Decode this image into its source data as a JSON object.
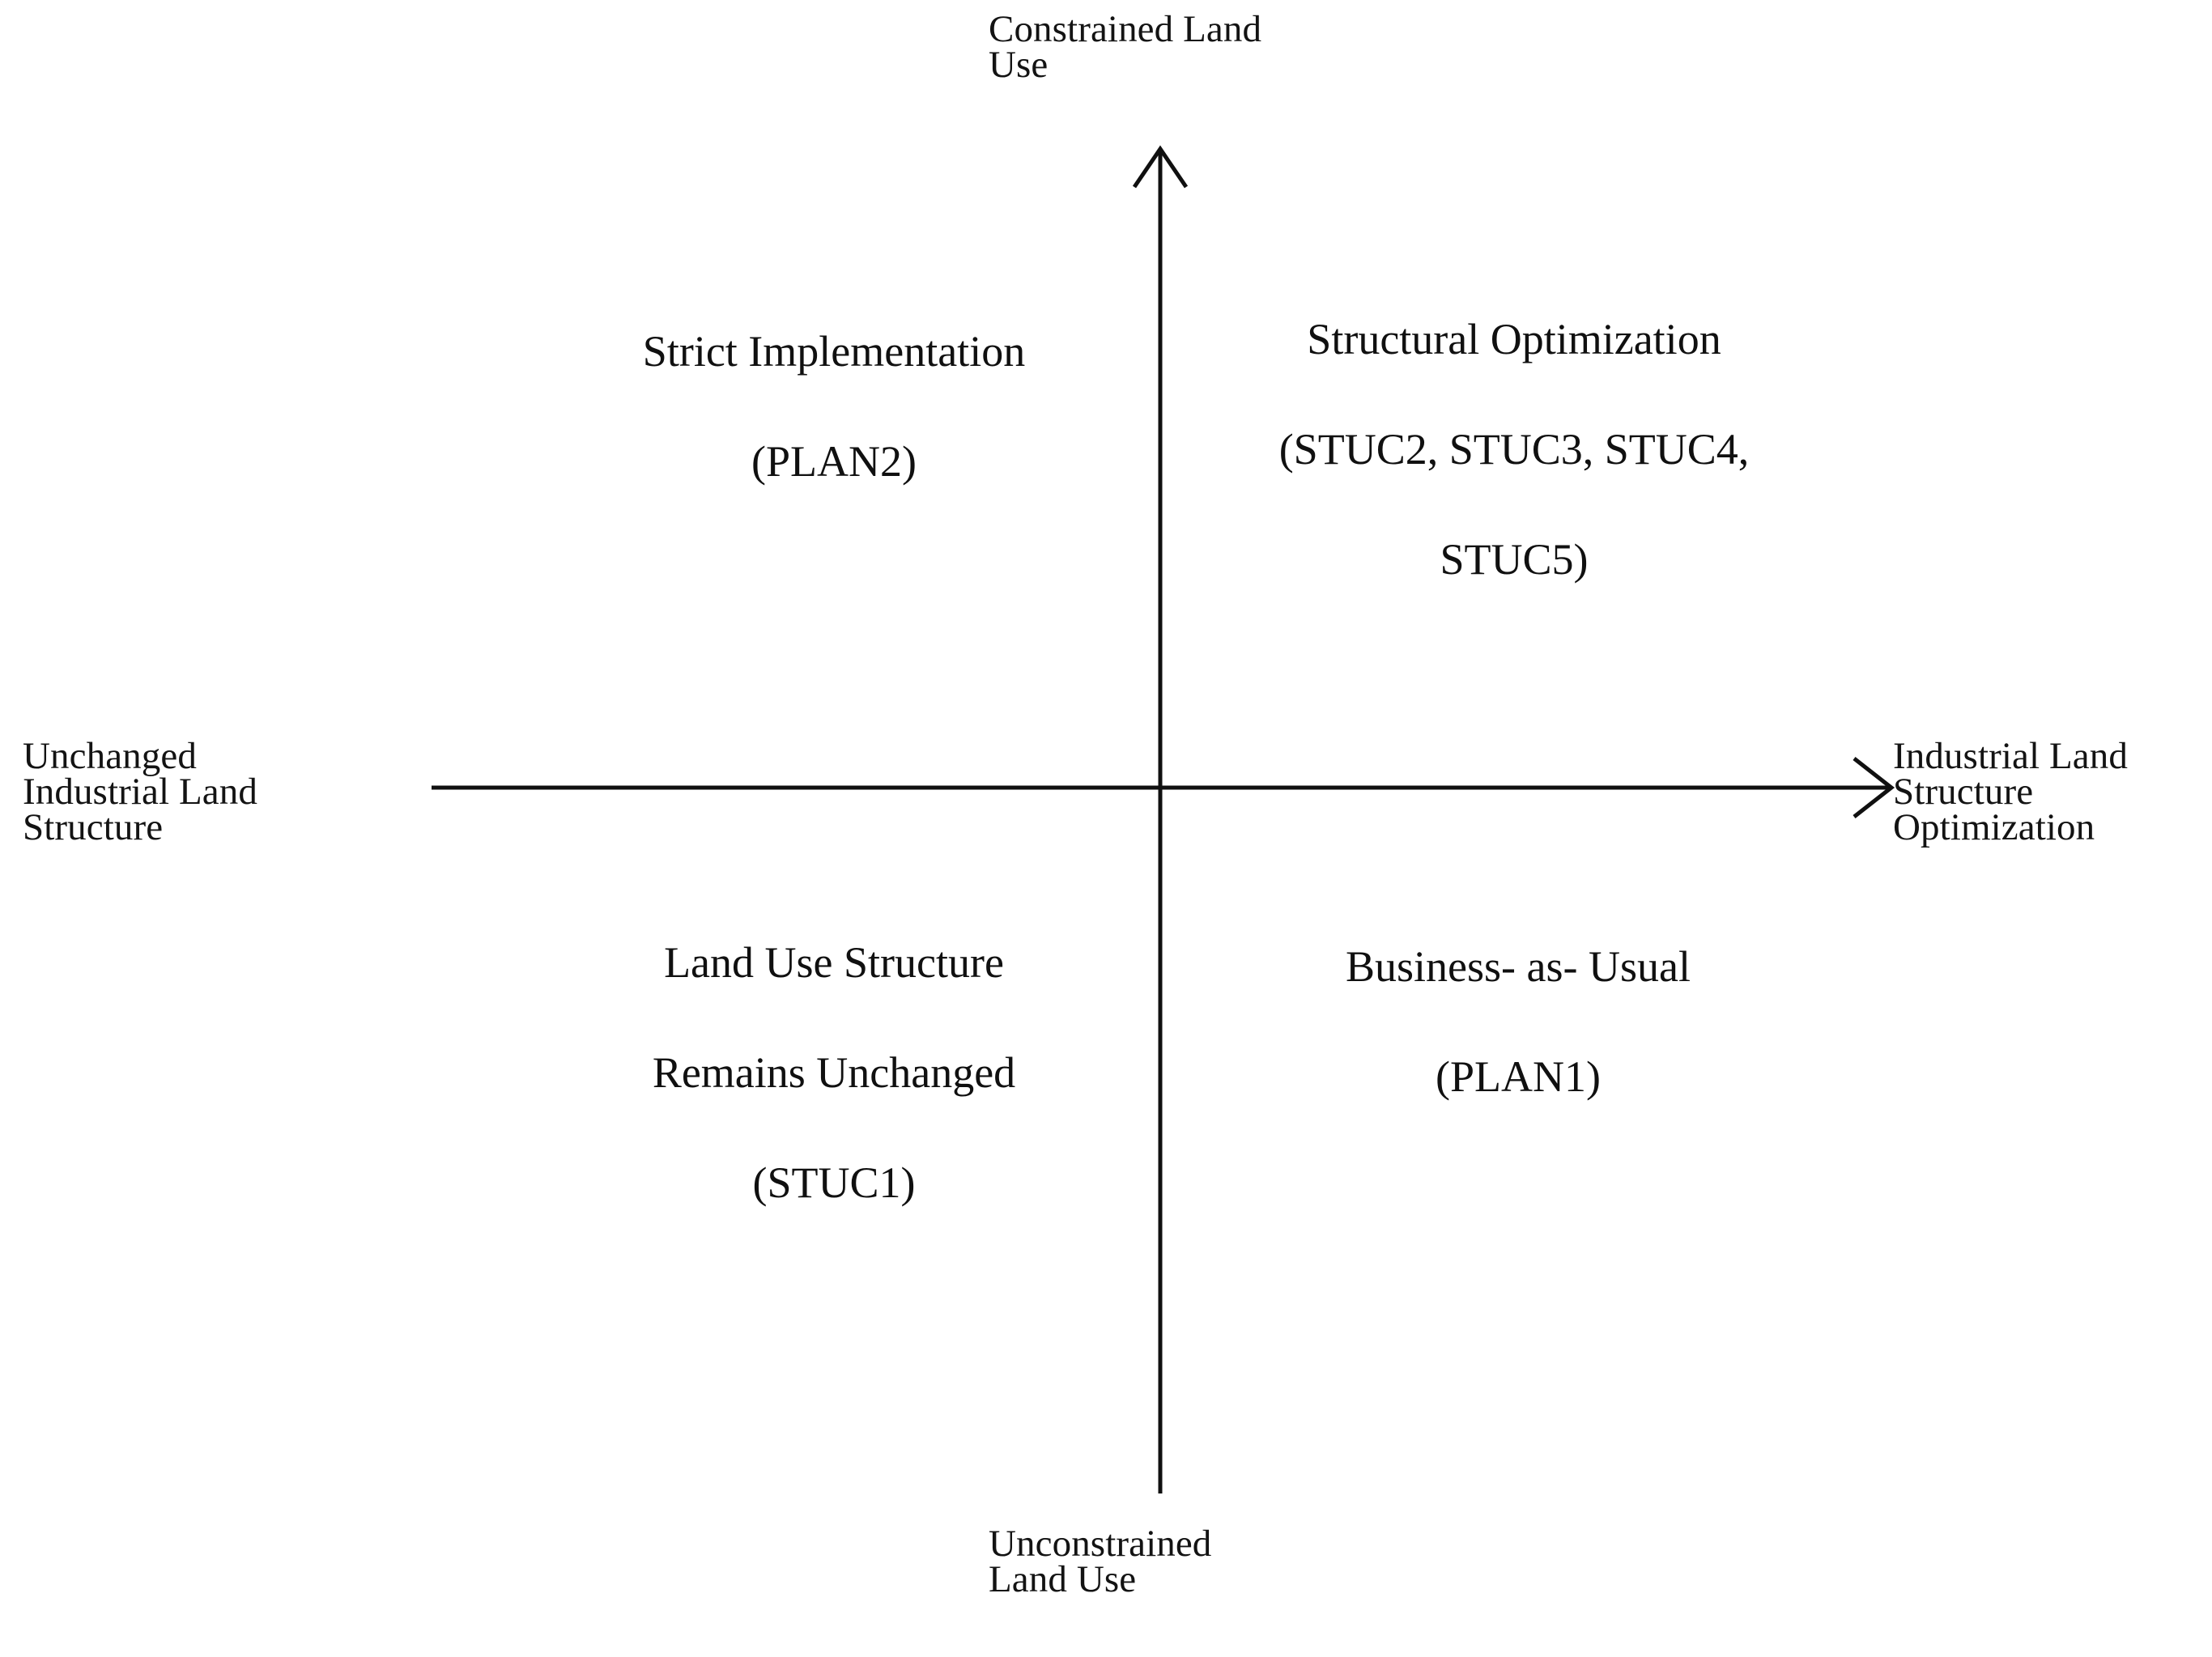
{
  "diagram": {
    "type": "two-axis-quadrant-matrix",
    "background_color": "#ffffff",
    "line_color": "#101010",
    "text_color": "#101010",
    "axes": {
      "vertical": {
        "top_label": "Constrained Land\nUse",
        "bottom_label": "Unconstrained\nLand Use",
        "arrow_at": "top"
      },
      "horizontal": {
        "left_label": "Unchanged\nIndustrial Land\nStructure",
        "right_label": "Industrial Land\nStructure\nOptimization",
        "arrow_at": "right"
      }
    },
    "quadrants": [
      {
        "id": "q2",
        "position": "top-left",
        "title": "Strict Implementation",
        "scenarios": "(PLAN2)",
        "text": "Strict Implementation\n\n(PLAN2)"
      },
      {
        "id": "q1",
        "position": "top-right",
        "title": "Structural Optimization",
        "scenarios": "(STUC2, STUC3, STUC4,\nSTUC5)",
        "text": "Structural Optimization\n\n(STUC2, STUC3, STUC4,\n\nSTUC5)"
      },
      {
        "id": "q3",
        "position": "bottom-left",
        "title": "Land Use Structure\nRemains Unchanged",
        "scenarios": "(STUC1)",
        "text": "Land Use Structure\n\nRemains Unchanged\n\n(STUC1)"
      },
      {
        "id": "q4",
        "position": "bottom-right",
        "title": "Business- as- Usual",
        "scenarios": "(PLAN1)",
        "text": "Business- as- Usual\n\n(PLAN1)"
      }
    ]
  }
}
